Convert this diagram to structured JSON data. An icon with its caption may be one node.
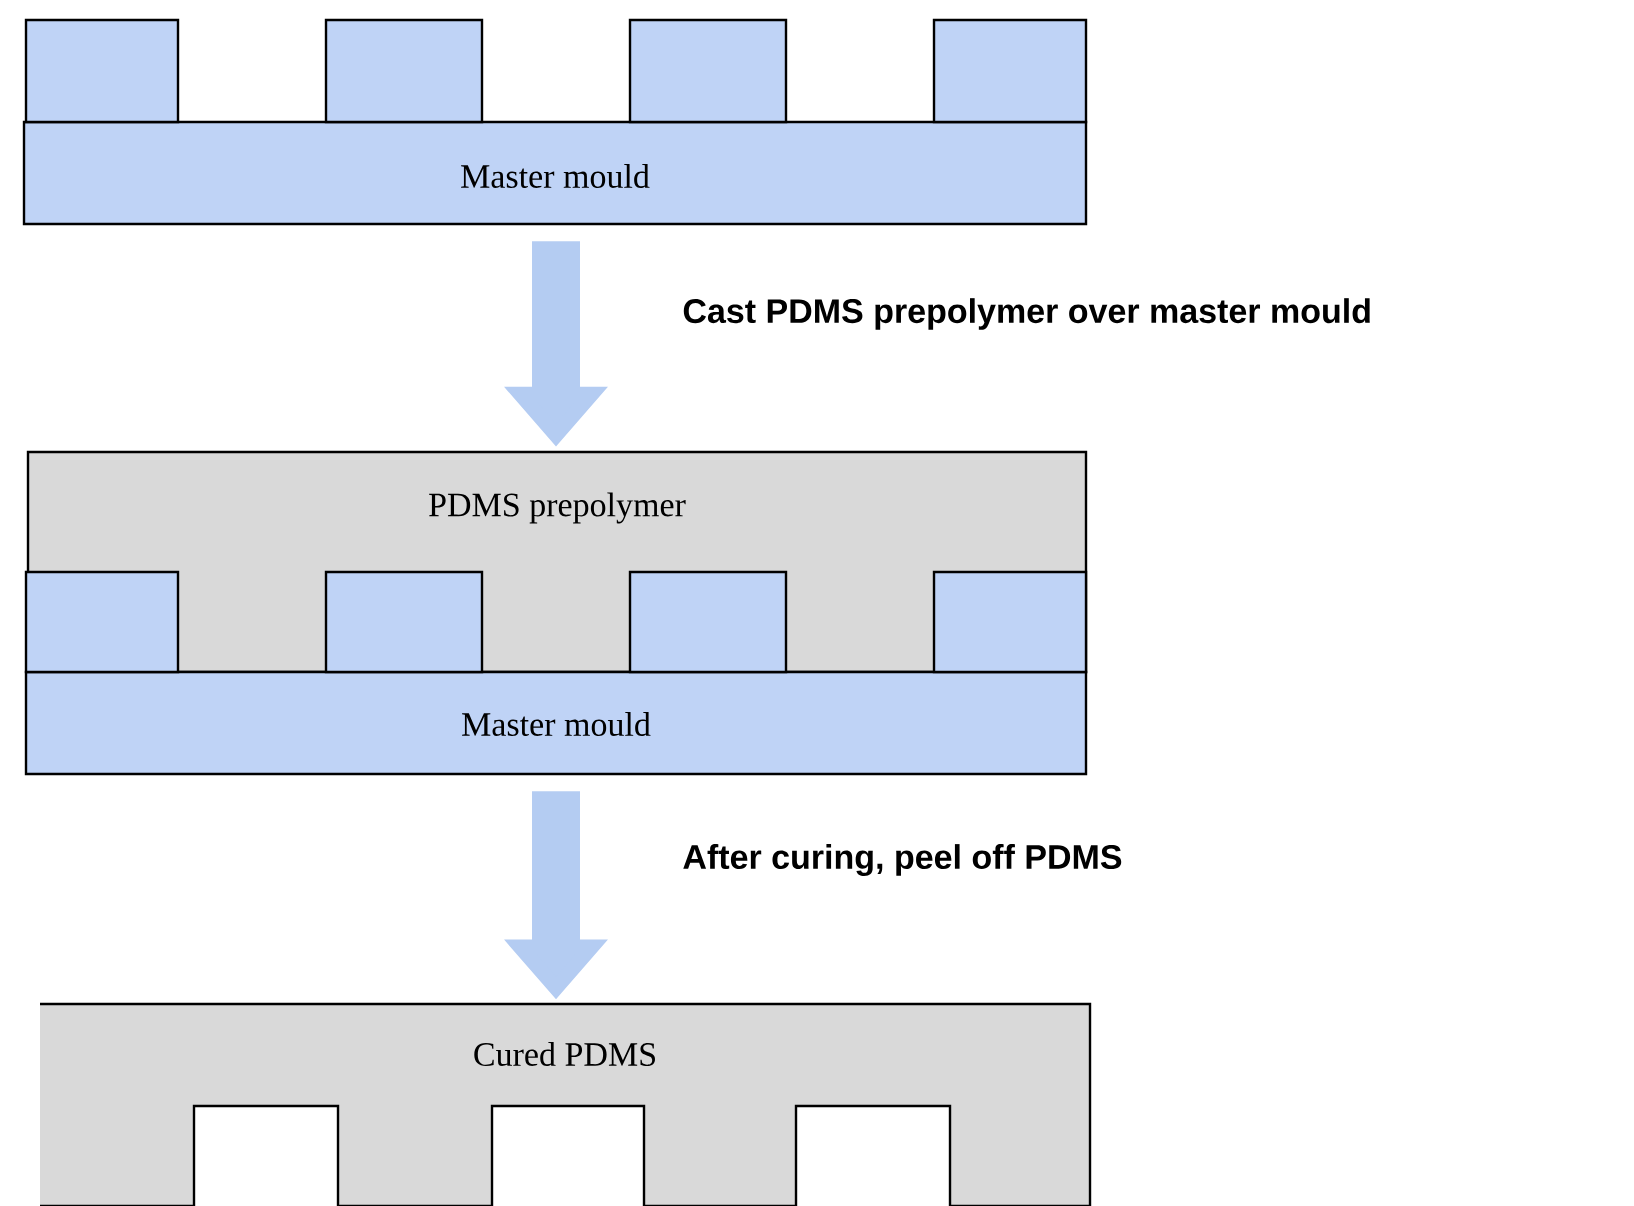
{
  "diagram": {
    "nodes": [
      {
        "text": [],
        "shape": "box"
      },
      {
        "text": [],
        "shape": "box"
      },
      {
        "text": [],
        "shape": "box"
      },
      {
        "text": [],
        "shape": "box"
      },
      {
        "text": [
          "Master mould"
        ]
      },
      {
        "text": [
          "PDMS prepolymer"
        ]
      },
      {
        "text": [],
        "shape": "box",
        "in": 5
      },
      {
        "text": [],
        "shape": "box",
        "in": 5
      },
      {
        "text": [],
        "shape": "box",
        "in": 5
      },
      {
        "text": [],
        "shape": "box",
        "in": 5
      },
      {
        "text": [
          "Master mould"
        ]
      },
      {
        "text": [
          "Cured PDMS"
        ]
      }
    ],
    "edges": [
      {
        "from": 4,
        "to": 5,
        "arrow": "to",
        "label": "Cast PDMS prepolymer over master mould"
      },
      {
        "from": 10,
        "to": 11,
        "arrow": "to",
        "label": "After curing, peel off PDMS"
      }
    ]
  }
}
